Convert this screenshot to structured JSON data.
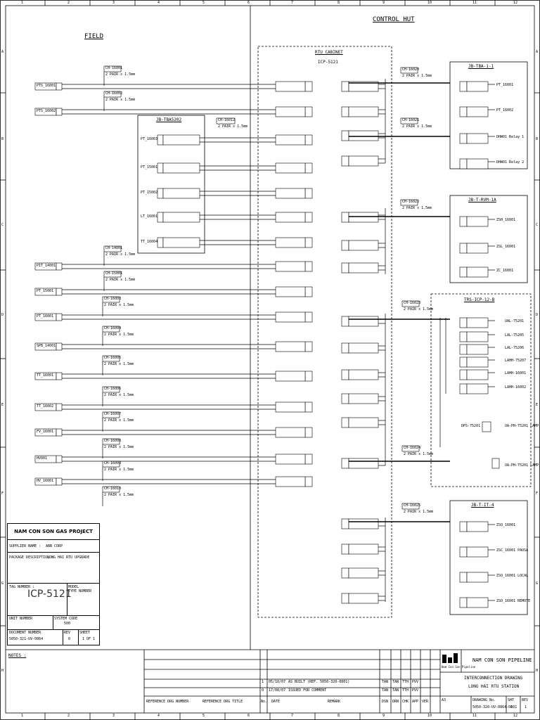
{
  "grid": {
    "columns": [
      "1",
      "2",
      "3",
      "4",
      "5",
      "6",
      "7",
      "8",
      "9",
      "10",
      "11",
      "12"
    ],
    "rows": [
      "A",
      "B",
      "C",
      "D",
      "E",
      "F",
      "G",
      "H"
    ]
  },
  "sections": {
    "field": "FIELD",
    "control_hut": "CONTROL HUT"
  },
  "rtu": {
    "title": "RTU CABINET",
    "subtitle": "ICP-5121"
  },
  "jb_left": {
    "title": "JB-TBA5202"
  },
  "panels": [
    {
      "id": "p1",
      "title": "JB-TBA-1-1"
    },
    {
      "id": "p2",
      "title": "JB-T-RVM-1A"
    },
    {
      "id": "p3",
      "title": "TRS-ICP-12-B"
    },
    {
      "id": "p4",
      "title": "JB-T-IT-4"
    }
  ],
  "field_devices": [
    "PTS_16001",
    "PTS_16002",
    "PIT_14001",
    "PT_15001",
    "PT_16001",
    "SPB_14001",
    "TT_16001",
    "TT_16002",
    "FV_16001",
    "HV001",
    "HV_16001"
  ],
  "jb_tags": [
    "PT_16003",
    "PT_15001",
    "PT_15002",
    "LT_16001",
    "TT_16004"
  ],
  "cables": [
    "CH-16001",
    "CH-16002",
    "CH-14001",
    "CH-15001",
    "CH-16003",
    "CH-16004",
    "CH-16005",
    "CH-16006",
    "CH-16007",
    "CH-16008",
    "CH-16009",
    "CH-16010",
    "CH-16011"
  ],
  "cable_spec": "2 PAIR x 1.5mm",
  "right_tags": {
    "p1": [
      "PT_16001",
      "PT_16002",
      "DHW01 Relay 1",
      "DHW01 Relay 2"
    ],
    "p2": [
      "ZSH_16001",
      "ZSL_16001",
      "ZC_16001"
    ],
    "p3": [
      "UAL-75201",
      "LAL-75205",
      "LAL-75206",
      "LAHH-75207",
      "LAHH-16001",
      "LAHH-16002"
    ],
    "p3_extra": [
      "DPS-75201",
      "UA-PH-75201 LAMP"
    ],
    "p4": [
      "ZSO_16001",
      "ZSC_16001 PAUSA",
      "ZSO_16001 LOCAL",
      "ZSO_16001 REMOTE"
    ]
  },
  "title_block": {
    "project": "NAM CON SON GAS PROJECT",
    "supplier_label": "SUPPLIER NAME :",
    "supplier": "ABB CORP",
    "package_label": "PACKAGE DESCRIPTION :",
    "package": "LONG HAI RTU UPGRADE",
    "tag_label": "TAG NUMBER :",
    "tag": "ICP-5121",
    "model_label": "MODEL",
    "type_label": "TYPE NUMBER",
    "unit_label": "UNIT NUMBER",
    "system_label": "SYSTEM CODE",
    "system": "500",
    "doc_label": "DOCUMENT NUMBER",
    "doc": "5050-321-UV-0864",
    "rev_label": "REV",
    "rev": "0",
    "sheet_label": "SHEET",
    "sheet": "1 OF 1"
  },
  "notes_label": "NOTES :",
  "footer": {
    "company": "NAM CON SON PIPELINE",
    "logo_caption": "Nam Con Son Pipeline",
    "drawing_title_1": "INTERCONNECTION DRAWING",
    "drawing_title_2": "LONG HAI RTU STATION",
    "rev_rows": [
      {
        "rev": "1",
        "date": "05/10/07",
        "desc": "AS BUILT (REF. 5050-320-0001)",
        "by": "TAN",
        "chk": "TTH",
        "app": "PVV"
      },
      {
        "rev": "0",
        "date": "17/08/07",
        "desc": "ISSUED FOR COMMENT",
        "by": "TAN",
        "chk": "TTH",
        "app": "PVV"
      }
    ],
    "headers": {
      "ref": "REFERENCE DRG NUMBER",
      "ref_title": "REFERENCE DRG TITLE",
      "no": "No.",
      "date": "DATE",
      "remark": "REMARK",
      "dsn": "DSN",
      "drn": "DRN",
      "chk": "CHK",
      "app": "APP",
      "ver": "VER"
    },
    "dwg_no_label": "DRAWING No.",
    "dwg_no": "5050-320-UV-0864-0001",
    "sheet_label": "SHT",
    "sheet": "1",
    "rev_label": "REV",
    "rev": "1",
    "size": "A3"
  }
}
